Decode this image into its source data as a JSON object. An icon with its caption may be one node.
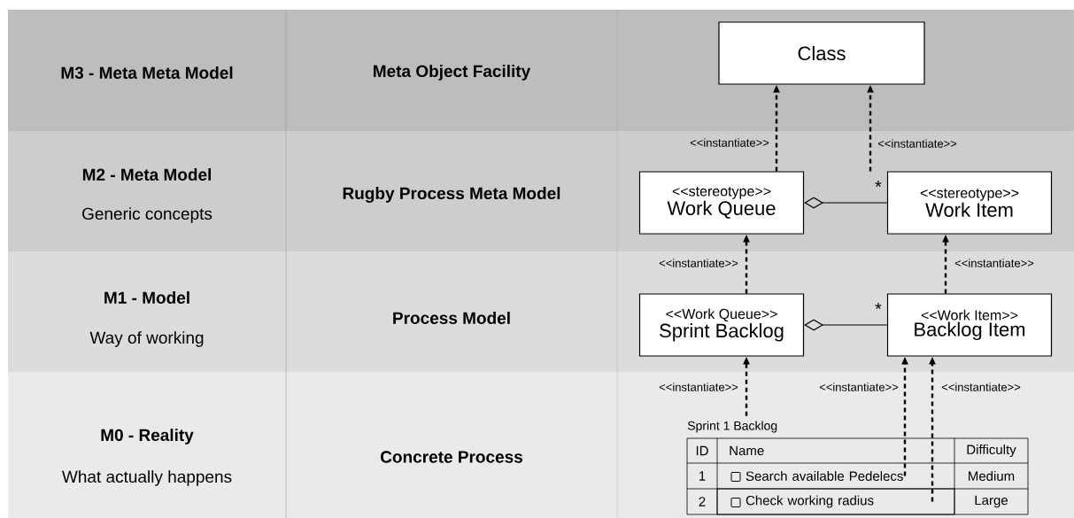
{
  "diagram": {
    "nodes": [
      {
        "text": [
          "Class"
        ]
      },
      {
        "text": [
          "<<stereotype>>",
          "Work Queue"
        ]
      },
      {
        "text": [
          "<<stereotype>>",
          "Work Item"
        ]
      },
      {
        "text": [
          "<<Work Queue>>",
          "Sprint Backlog"
        ]
      },
      {
        "text": [
          "<<Work Item>>",
          "Backlog Item"
        ]
      },
      {
        "text": [
          "Sprint 1 Backlog",
          "ID",
          "Name",
          "Difficulty",
          "1",
          "Medium",
          "2",
          "Large"
        ]
      },
      {
        "text": [
          "Search available Pedelecs"
        ],
        "in": 5
      },
      {
        "text": [
          "Check working radius"
        ],
        "in": 5
      }
    ],
    "edges": [
      {
        "from": 1,
        "to": 0,
        "arrow": "to",
        "style": "dashed",
        "label": "<<instantiate>>"
      },
      {
        "from": 2,
        "to": 0,
        "arrow": "to",
        "style": "dashed",
        "label": "<<instantiate>>"
      },
      {
        "from": 3,
        "to": 1,
        "arrow": "to",
        "style": "dashed",
        "label": "<<instantiate>>"
      },
      {
        "from": 4,
        "to": 2,
        "arrow": "to",
        "style": "dashed",
        "label": "<<instantiate>>"
      },
      {
        "from": 5,
        "to": 3,
        "arrow": "to",
        "style": "dashed",
        "label": "<<instantiate>>"
      },
      {
        "from": 6,
        "to": 4,
        "arrow": "to",
        "style": "dashed",
        "label": "<<instantiate>>"
      },
      {
        "from": 7,
        "to": 4,
        "arrow": "to",
        "style": "dashed",
        "label": "<<instantiate>>"
      },
      {
        "from": 2,
        "to": 1,
        "arrow": "other",
        "label": "*"
      },
      {
        "from": 4,
        "to": 3,
        "arrow": "other",
        "label": "*"
      }
    ],
    "labels": [
      "M3 - Meta Meta Model",
      "Meta Object Facility",
      "M2 - Meta Model",
      "Generic concepts",
      "Rugby Process Meta Model",
      "M1 - Model",
      "Way of working",
      "Process Model",
      "M0 - Reality",
      "What actually happens",
      "Concrete Process"
    ]
  }
}
